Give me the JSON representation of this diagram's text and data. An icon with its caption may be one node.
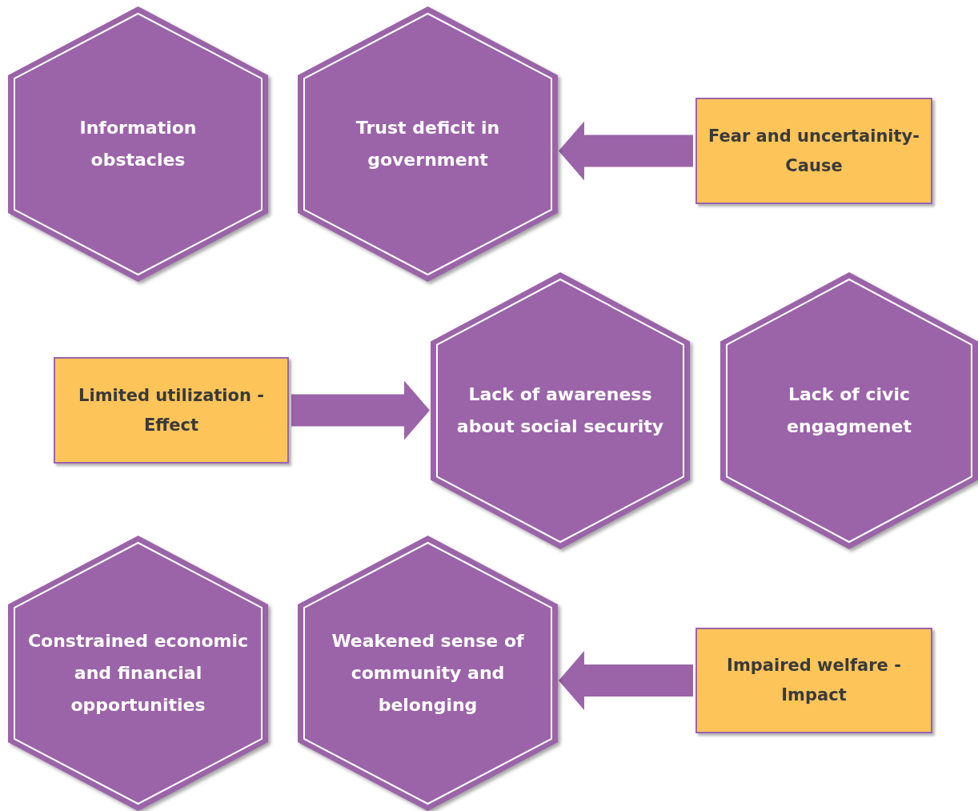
{
  "diagram": {
    "nodes": [
      {
        "text": [
          "Information obstacles"
        ]
      },
      {
        "text": [
          "Trust deficit in government"
        ]
      },
      {
        "text": [
          "Fear and uncertainity- Cause"
        ]
      },
      {
        "text": [
          "Limited utilization - Effect"
        ]
      },
      {
        "text": [
          "Lack of awareness about social security"
        ]
      },
      {
        "text": [
          "Lack of civic engagmenet"
        ]
      },
      {
        "text": [
          "Constrained economic and financial opportunities"
        ]
      },
      {
        "text": [
          "Weakened sense of community and belonging"
        ]
      },
      {
        "text": [
          "Impaired welfare - Impact"
        ]
      }
    ],
    "edges": [
      {
        "from": 2,
        "to": 1,
        "arrow": "to"
      },
      {
        "from": 3,
        "to": 4,
        "arrow": "to"
      },
      {
        "from": 8,
        "to": 7,
        "arrow": "to"
      }
    ]
  }
}
